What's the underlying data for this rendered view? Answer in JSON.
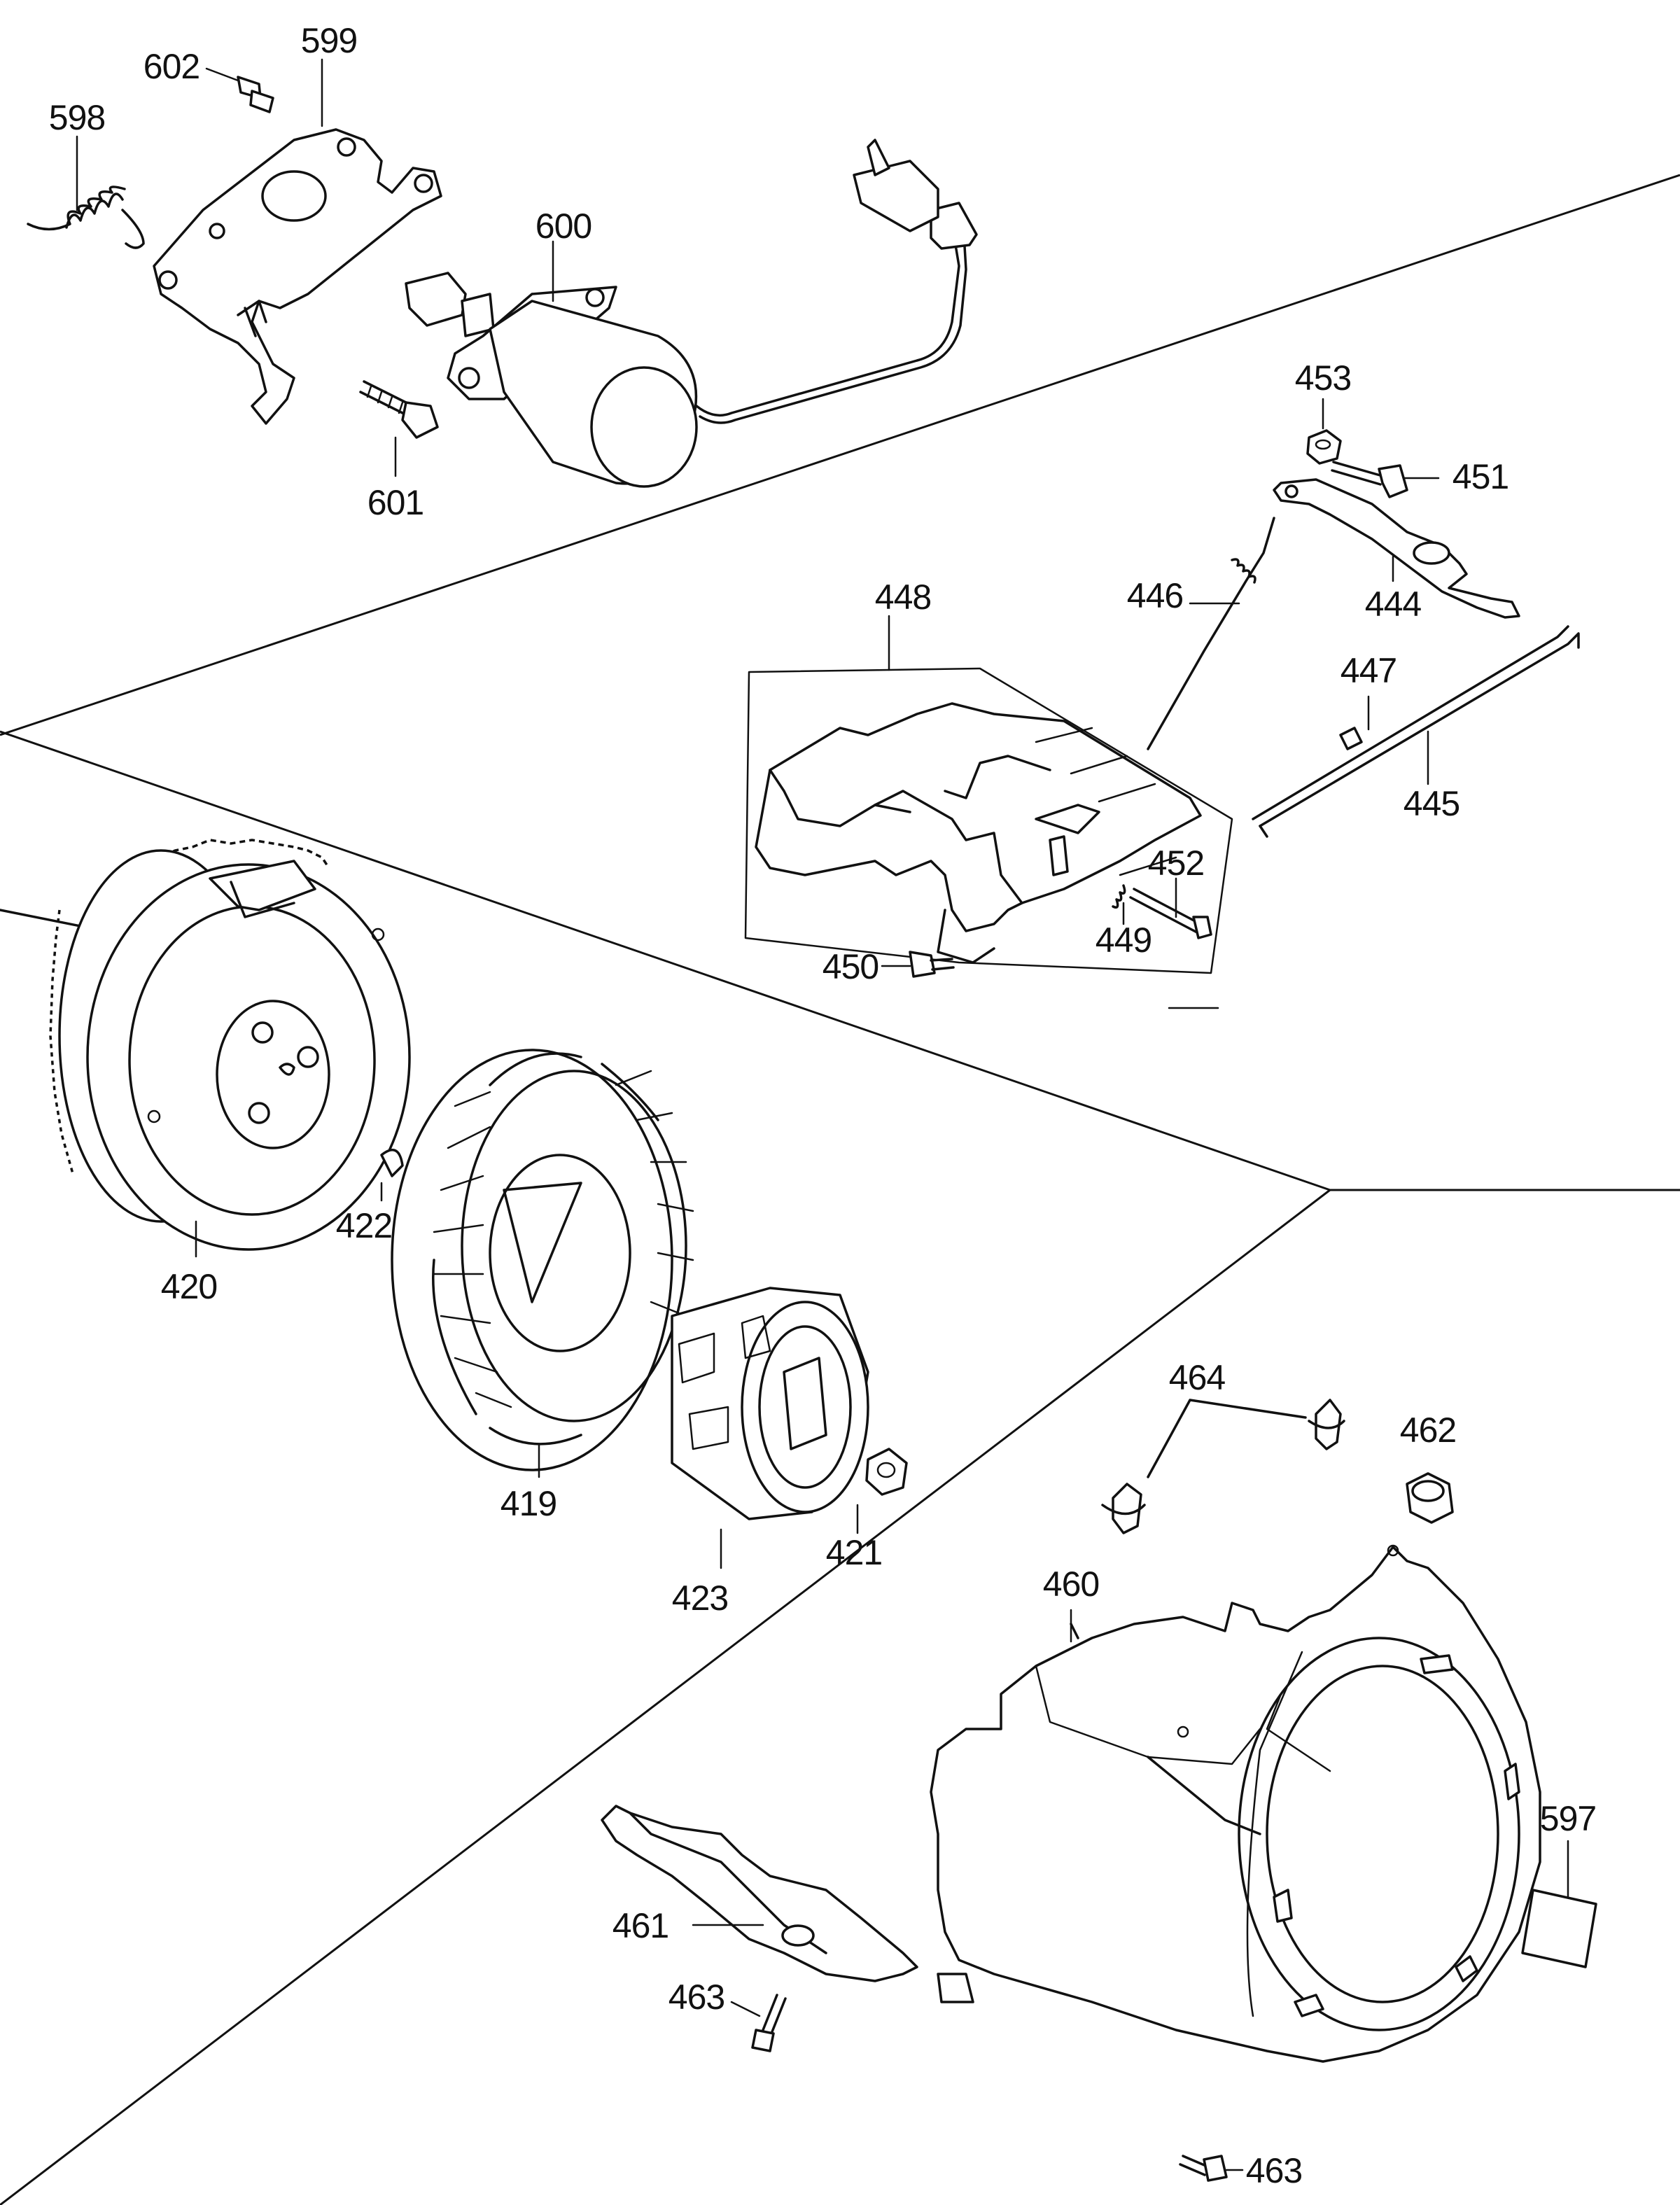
{
  "callouts": {
    "c598": "598",
    "c599": "599",
    "c600": "600",
    "c601": "601",
    "c602": "602",
    "c444": "444",
    "c445": "445",
    "c446": "446",
    "c447": "447",
    "c448": "448",
    "c449": "449",
    "c450": "450",
    "c451": "451",
    "c452": "452",
    "c453": "453",
    "c419": "419",
    "c420": "420",
    "c421": "421",
    "c422": "422",
    "c423": "423",
    "c460": "460",
    "c461": "461",
    "c462": "462",
    "c463a": "463",
    "c463b": "463",
    "c464": "464",
    "c597": "597"
  }
}
